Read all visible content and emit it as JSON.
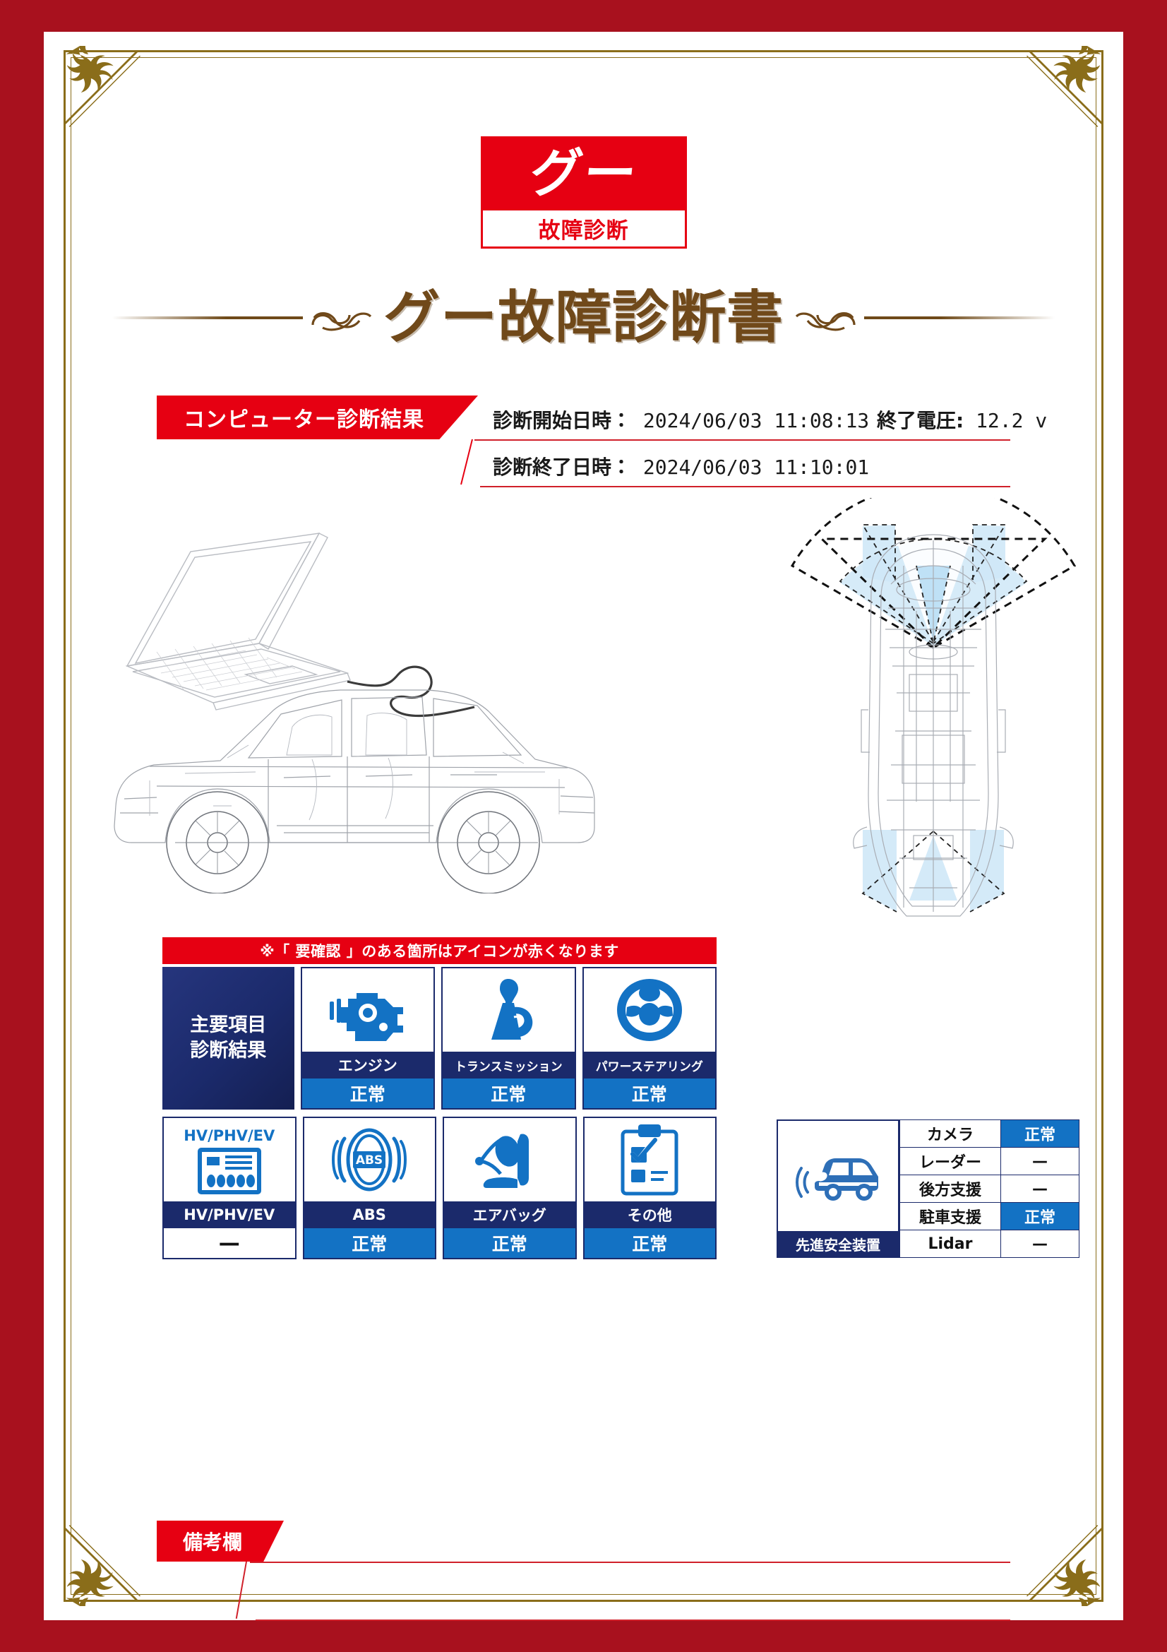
{
  "logo": {
    "mark": "グー",
    "subtitle": "故障診断"
  },
  "document": {
    "title": "グー故障診断書"
  },
  "diagnostics": {
    "section_tag": "コンピューター診断結果",
    "start_label": "診断開始日時：",
    "start_value": "2024/06/03 11:08:13",
    "end_label": "診断終了日時：",
    "end_value": "2024/06/03 11:10:01",
    "voltage_label": "終了電圧:",
    "voltage_value": "12.2 v"
  },
  "results": {
    "note": "※「 要確認 」のある箇所はアイコンが赤くなります",
    "panel_line1": "主要項目",
    "panel_line2": "診断結果",
    "hv_badge": "HV/PHV/EV",
    "items": [
      {
        "name": "エンジン",
        "status": "正常",
        "icon": "engine-icon"
      },
      {
        "name": "トランスミッション",
        "status": "正常",
        "icon": "transmission-icon"
      },
      {
        "name": "パワーステアリング",
        "status": "正常",
        "icon": "steering-icon"
      },
      {
        "name": "HV/PHV/EV",
        "status": "—",
        "icon": "battery-icon"
      },
      {
        "name": "ABS",
        "status": "正常",
        "icon": "abs-icon"
      },
      {
        "name": "エアバッグ",
        "status": "正常",
        "icon": "airbag-icon"
      },
      {
        "name": "その他",
        "status": "正常",
        "icon": "clipboard-icon"
      }
    ]
  },
  "safety": {
    "label": "先進安全装置",
    "icon": "car-sensor-icon",
    "rows": [
      {
        "name": "カメラ",
        "status": "正常",
        "ok": true
      },
      {
        "name": "レーダー",
        "status": "—",
        "ok": false
      },
      {
        "name": "後方支援",
        "status": "—",
        "ok": false
      },
      {
        "name": "駐車支援",
        "status": "正常",
        "ok": true
      },
      {
        "name": "Lidar",
        "status": "—",
        "ok": false
      }
    ]
  },
  "remarks": {
    "tag": "備考欄",
    "content": ""
  },
  "colors": {
    "border_red": "#a8111e",
    "accent_red": "#e60012",
    "navy": "#1b2a6b",
    "blue": "#1372c4",
    "gold": "#8a6d1a",
    "title_brown": "#70491a",
    "sensor_blue": "#cfe8f7"
  }
}
